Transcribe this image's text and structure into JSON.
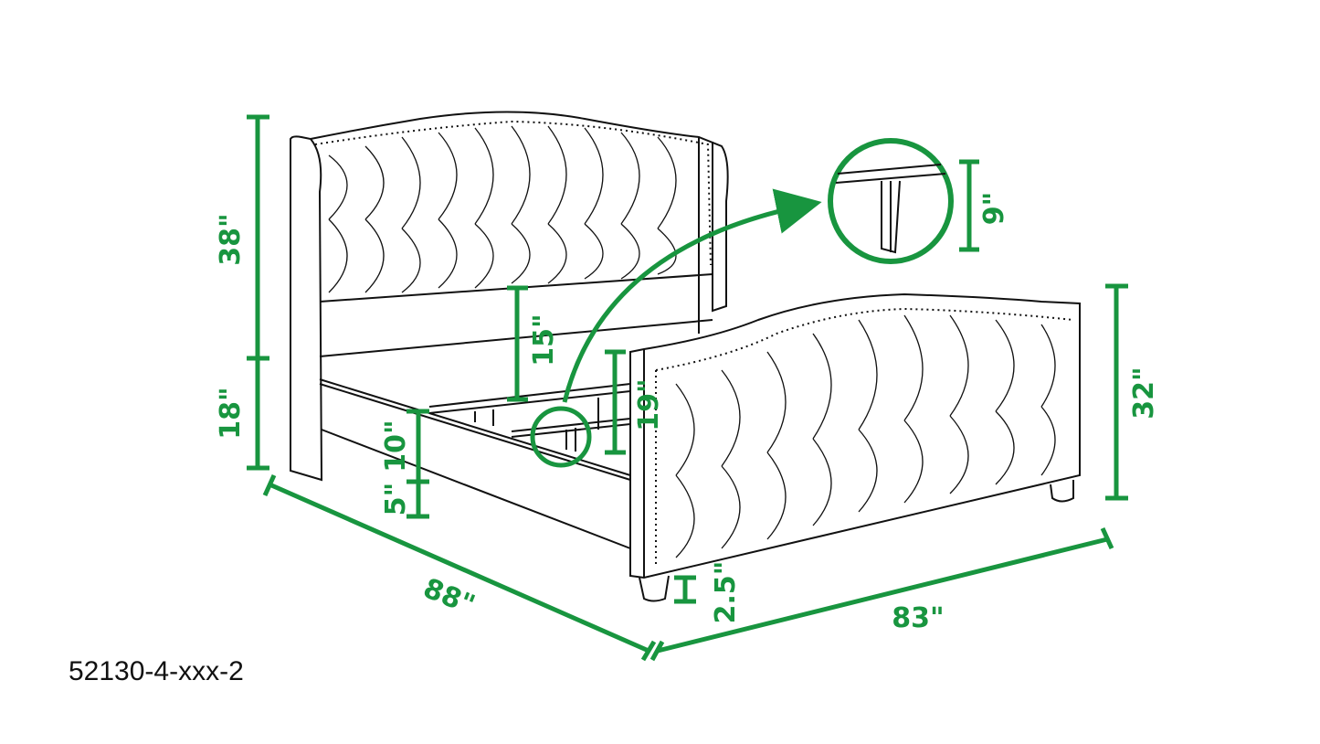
{
  "diagram": {
    "type": "dimension-drawing",
    "subject": "Tufted wingback upholstered bed",
    "accent_color": "#18953f",
    "line_color": "#111111",
    "model_code": "52130-4-xxx-2",
    "dimensions": {
      "headboard_upper": "38\"",
      "headboard_lower": "18\"",
      "headboard_to_rail": "15\"",
      "footboard_height": "32\"",
      "rail_height": "10\"",
      "rail_clearance": "5\"",
      "slat_clearance": "19\"",
      "slat_detail": "9\"",
      "leg_height": "2.5\"",
      "length": "88\"",
      "width": "83\""
    },
    "detail_callout": "slat-support-leg-detail"
  }
}
